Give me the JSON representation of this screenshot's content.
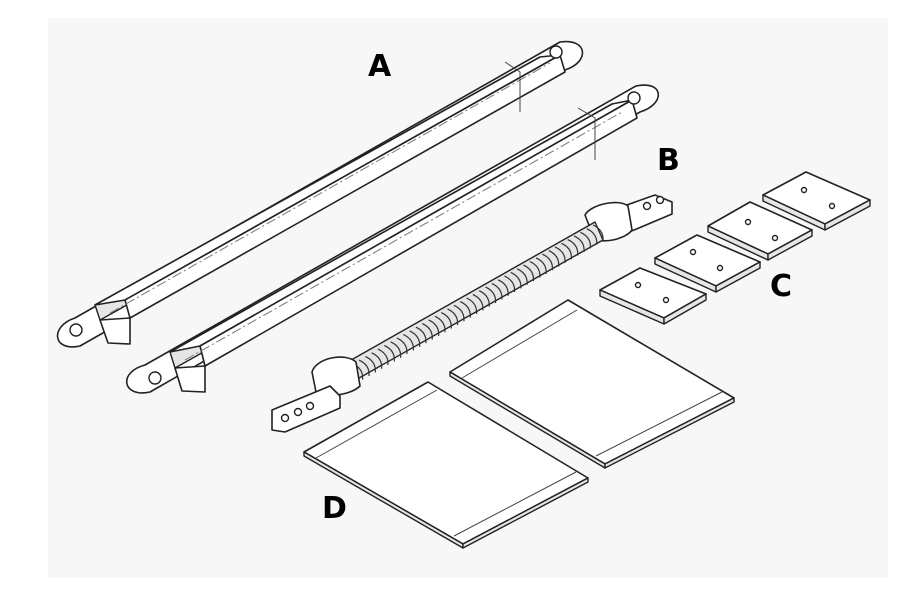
{
  "parts": [
    {
      "id": "a",
      "label": "A"
    },
    {
      "id": "b",
      "label": "B"
    },
    {
      "id": "c",
      "label": "C"
    },
    {
      "id": "d",
      "label": "D"
    }
  ],
  "counts": {
    "rails": 2,
    "springs": 1,
    "plates": 4,
    "pads": 2
  }
}
